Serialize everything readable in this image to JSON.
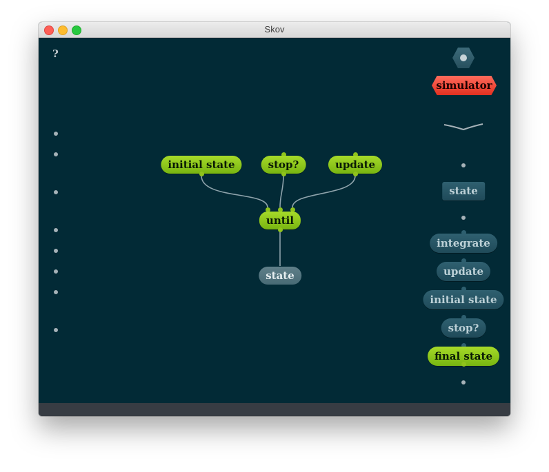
{
  "window": {
    "title": "Skov"
  },
  "canvas": {
    "help_label": "?",
    "graph": {
      "inputs": [
        {
          "label": "initial state"
        },
        {
          "label": "stop?"
        },
        {
          "label": "update"
        }
      ],
      "main_node": {
        "label": "until"
      },
      "output": {
        "label": "state"
      }
    }
  },
  "library": {
    "title_node": "simulator",
    "items": [
      {
        "label": "state"
      },
      {
        "label": "integrate"
      },
      {
        "label": "update"
      },
      {
        "label": "initial state"
      },
      {
        "label": "stop?"
      },
      {
        "label": "final state"
      }
    ]
  },
  "colors": {
    "canvas_bg": "#022a36",
    "green_node": "#8fc31c",
    "teal_node": "#24505f",
    "red_node": "#f0473a",
    "status_bar": "#373c43"
  }
}
